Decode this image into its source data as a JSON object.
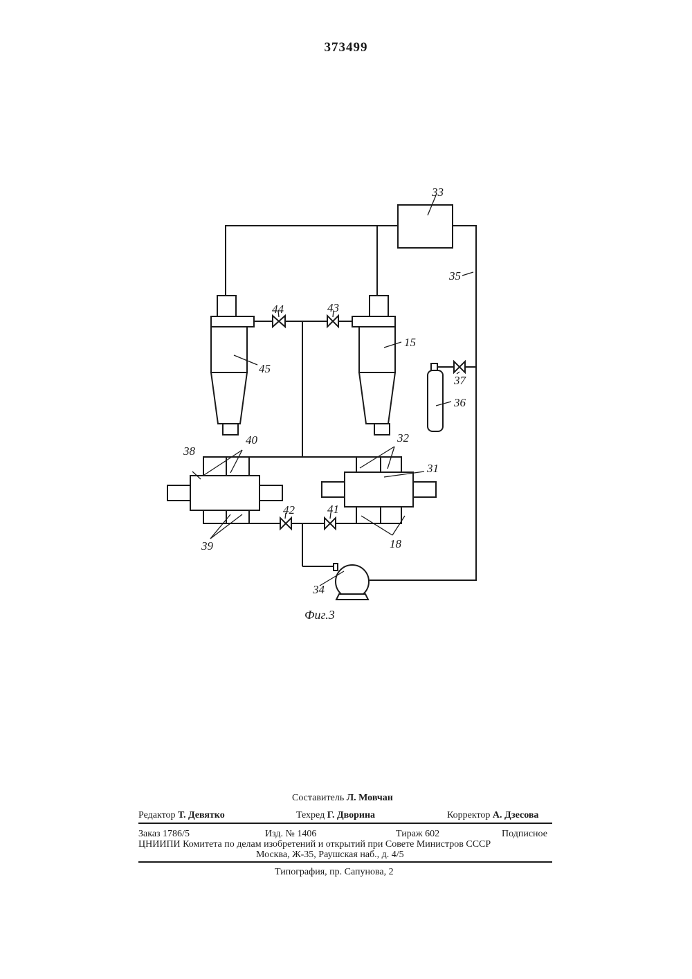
{
  "header": {
    "patent_number": "373499"
  },
  "figure": {
    "caption": "Фиг.3",
    "labels": {
      "l33": "33",
      "l35": "35",
      "l44": "44",
      "l43": "43",
      "l15": "15",
      "l45": "45",
      "l37": "37",
      "l36": "36",
      "l38": "38",
      "l40": "40",
      "l32": "32",
      "l31": "31",
      "l42": "42",
      "l41": "41",
      "l39": "39",
      "l18": "18",
      "l34": "34"
    }
  },
  "footer": {
    "compiler_label": "Составитель",
    "compiler_name": "Л. Мовчан",
    "editor_label": "Редактор",
    "editor_name": "Т. Девятко",
    "techred_label": "Техред",
    "techred_name": "Г. Дворина",
    "corrector_label": "Корректор",
    "corrector_name": "А. Дзесова",
    "order": "Заказ 1786/5",
    "issue": "Изд. № 1406",
    "circulation": "Тираж 602",
    "subscription": "Подписное",
    "org": "ЦНИИПИ Комитета по делам изобретений и открытий при Совете Министров СССР",
    "address": "Москва, Ж-35, Раушская наб., д. 4/5",
    "printer": "Типография, пр. Сапунова, 2"
  }
}
